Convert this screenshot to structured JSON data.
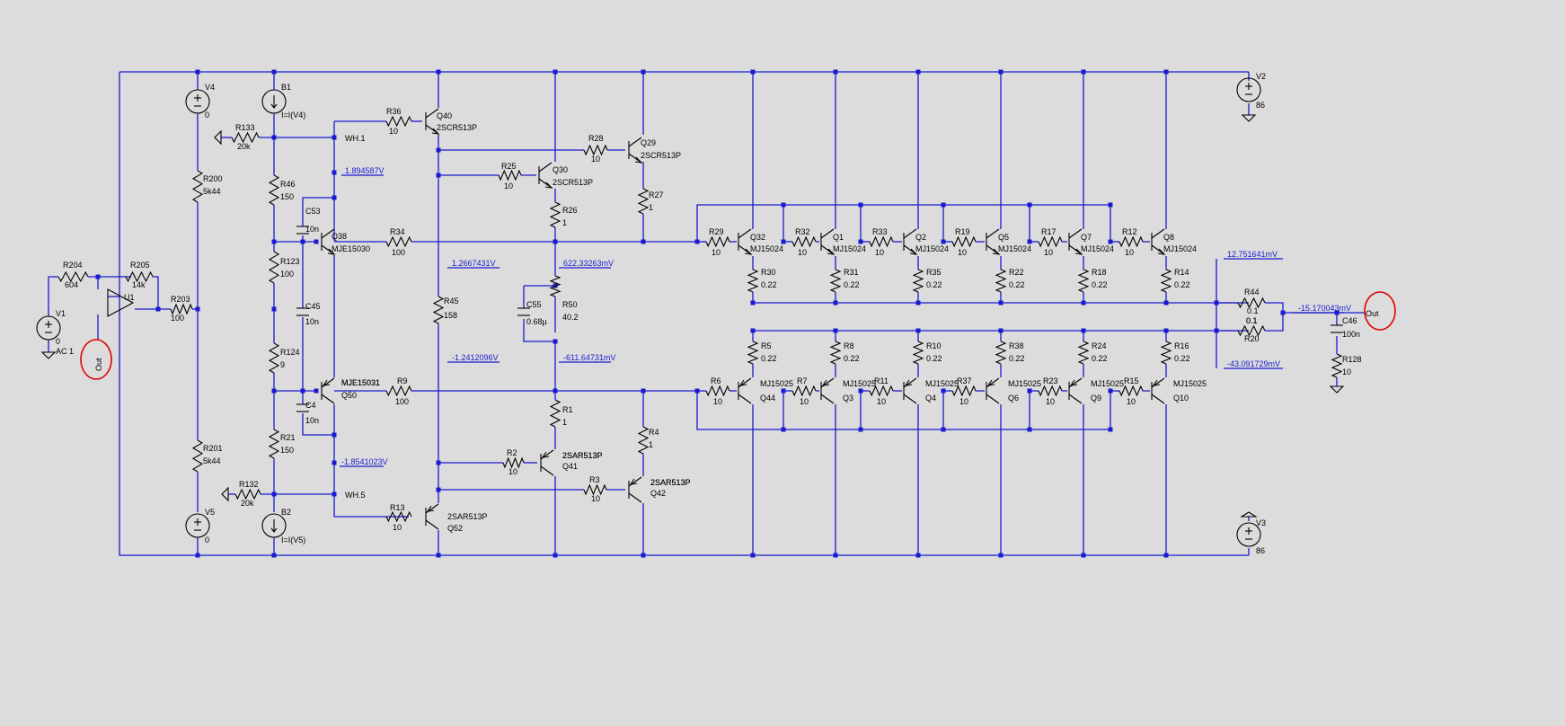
{
  "colors": {
    "background": "#dcdcdc",
    "wire": "#1a1ad0",
    "component": "#000000",
    "label": "#000000",
    "voltage_label": "#1a1ad0",
    "highlight": "#e00000"
  },
  "components": [
    {
      "ref": "V4",
      "value": "0"
    },
    {
      "ref": "V5",
      "value": "0"
    },
    {
      "ref": "V1",
      "value": "0",
      "extra": "AC 1"
    },
    {
      "ref": "V2",
      "value": "86"
    },
    {
      "ref": "V3",
      "value": "86"
    },
    {
      "ref": "B1",
      "value": "I=I(V4)"
    },
    {
      "ref": "B2",
      "value": "I=I(V5)"
    },
    {
      "ref": "U1",
      "value": ""
    },
    {
      "ref": "R204",
      "value": "604"
    },
    {
      "ref": "R205",
      "value": "14k"
    },
    {
      "ref": "R203",
      "value": "100"
    },
    {
      "ref": "R200",
      "value": "5k44"
    },
    {
      "ref": "R201",
      "value": "5k44"
    },
    {
      "ref": "R133",
      "value": "20k"
    },
    {
      "ref": "R132",
      "value": "20k"
    },
    {
      "ref": "R46",
      "value": "150"
    },
    {
      "ref": "R123",
      "value": "100"
    },
    {
      "ref": "R124",
      "value": "9"
    },
    {
      "ref": "R21",
      "value": "150"
    },
    {
      "ref": "C53",
      "value": "10n"
    },
    {
      "ref": "C45",
      "value": "10n"
    },
    {
      "ref": "C4",
      "value": "10n"
    },
    {
      "ref": "Q38",
      "value": "MJE15030"
    },
    {
      "ref": "Q50",
      "value": "MJE15031"
    },
    {
      "ref": "R36",
      "value": "10"
    },
    {
      "ref": "R13",
      "value": "10"
    },
    {
      "ref": "Q40",
      "value": "2SCR513P"
    },
    {
      "ref": "Q52",
      "value": "2SAR513P"
    },
    {
      "ref": "R34",
      "value": "100"
    },
    {
      "ref": "R9",
      "value": "100"
    },
    {
      "ref": "R45",
      "value": "158"
    },
    {
      "ref": "R28",
      "value": "10"
    },
    {
      "ref": "R25",
      "value": "10"
    },
    {
      "ref": "Q30",
      "value": "2SCR513P"
    },
    {
      "ref": "Q29",
      "value": "2SCR513P"
    },
    {
      "ref": "R26",
      "value": "1"
    },
    {
      "ref": "R27",
      "value": "1"
    },
    {
      "ref": "C55",
      "value": "0.68µ"
    },
    {
      "ref": "R50",
      "value": "40.2"
    },
    {
      "ref": "R1",
      "value": "1"
    },
    {
      "ref": "R4",
      "value": "1"
    },
    {
      "ref": "R2",
      "value": "10"
    },
    {
      "ref": "R3",
      "value": "10"
    },
    {
      "ref": "Q41",
      "value": "2SAR513P"
    },
    {
      "ref": "Q42",
      "value": "2SAR513P"
    },
    {
      "ref": "Q32",
      "value": "MJ15024"
    },
    {
      "ref": "Q1",
      "value": "MJ15024"
    },
    {
      "ref": "Q2",
      "value": "MJ15024"
    },
    {
      "ref": "Q5",
      "value": "MJ15024"
    },
    {
      "ref": "Q7",
      "value": "MJ15024"
    },
    {
      "ref": "Q8",
      "value": "MJ15024"
    },
    {
      "ref": "R29",
      "value": "10"
    },
    {
      "ref": "R32",
      "value": "10"
    },
    {
      "ref": "R33",
      "value": "10"
    },
    {
      "ref": "R19",
      "value": "10"
    },
    {
      "ref": "R17",
      "value": "10"
    },
    {
      "ref": "R12",
      "value": "10"
    },
    {
      "ref": "R30",
      "value": "0.22"
    },
    {
      "ref": "R31",
      "value": "0.22"
    },
    {
      "ref": "R35",
      "value": "0.22"
    },
    {
      "ref": "R22",
      "value": "0.22"
    },
    {
      "ref": "R18",
      "value": "0.22"
    },
    {
      "ref": "R14",
      "value": "0.22"
    },
    {
      "ref": "Q44",
      "value": "MJ15025"
    },
    {
      "ref": "Q3",
      "value": "MJ15025"
    },
    {
      "ref": "Q4",
      "value": "MJ15025"
    },
    {
      "ref": "Q6",
      "value": "MJ15025"
    },
    {
      "ref": "Q9",
      "value": "MJ15025"
    },
    {
      "ref": "Q10",
      "value": "MJ15025"
    },
    {
      "ref": "R6",
      "value": "10"
    },
    {
      "ref": "R7",
      "value": "10"
    },
    {
      "ref": "R11",
      "value": "10"
    },
    {
      "ref": "R37",
      "value": "10"
    },
    {
      "ref": "R23",
      "value": "10"
    },
    {
      "ref": "R15",
      "value": "10"
    },
    {
      "ref": "R5",
      "value": "0.22"
    },
    {
      "ref": "R8",
      "value": "0.22"
    },
    {
      "ref": "R10",
      "value": "0.22"
    },
    {
      "ref": "R38",
      "value": "0.22"
    },
    {
      "ref": "R24",
      "value": "0.22"
    },
    {
      "ref": "R16",
      "value": "0.22"
    },
    {
      "ref": "R44",
      "value": "0.1"
    },
    {
      "ref": "R20",
      "value": "0.1"
    },
    {
      "ref": "C46",
      "value": "100n"
    },
    {
      "ref": "R128",
      "value": "10"
    }
  ],
  "net_labels": [
    "WH.1",
    "WH.5",
    "Out",
    "Out"
  ],
  "voltage_labels": [
    "1.894587V",
    "1.2667431V",
    "622.33263mV",
    "-1.2412096V",
    "-611.64731mV",
    "-1.8541023V",
    "12.751641mV",
    "-15.170043mV",
    "-43.091729mV"
  ]
}
